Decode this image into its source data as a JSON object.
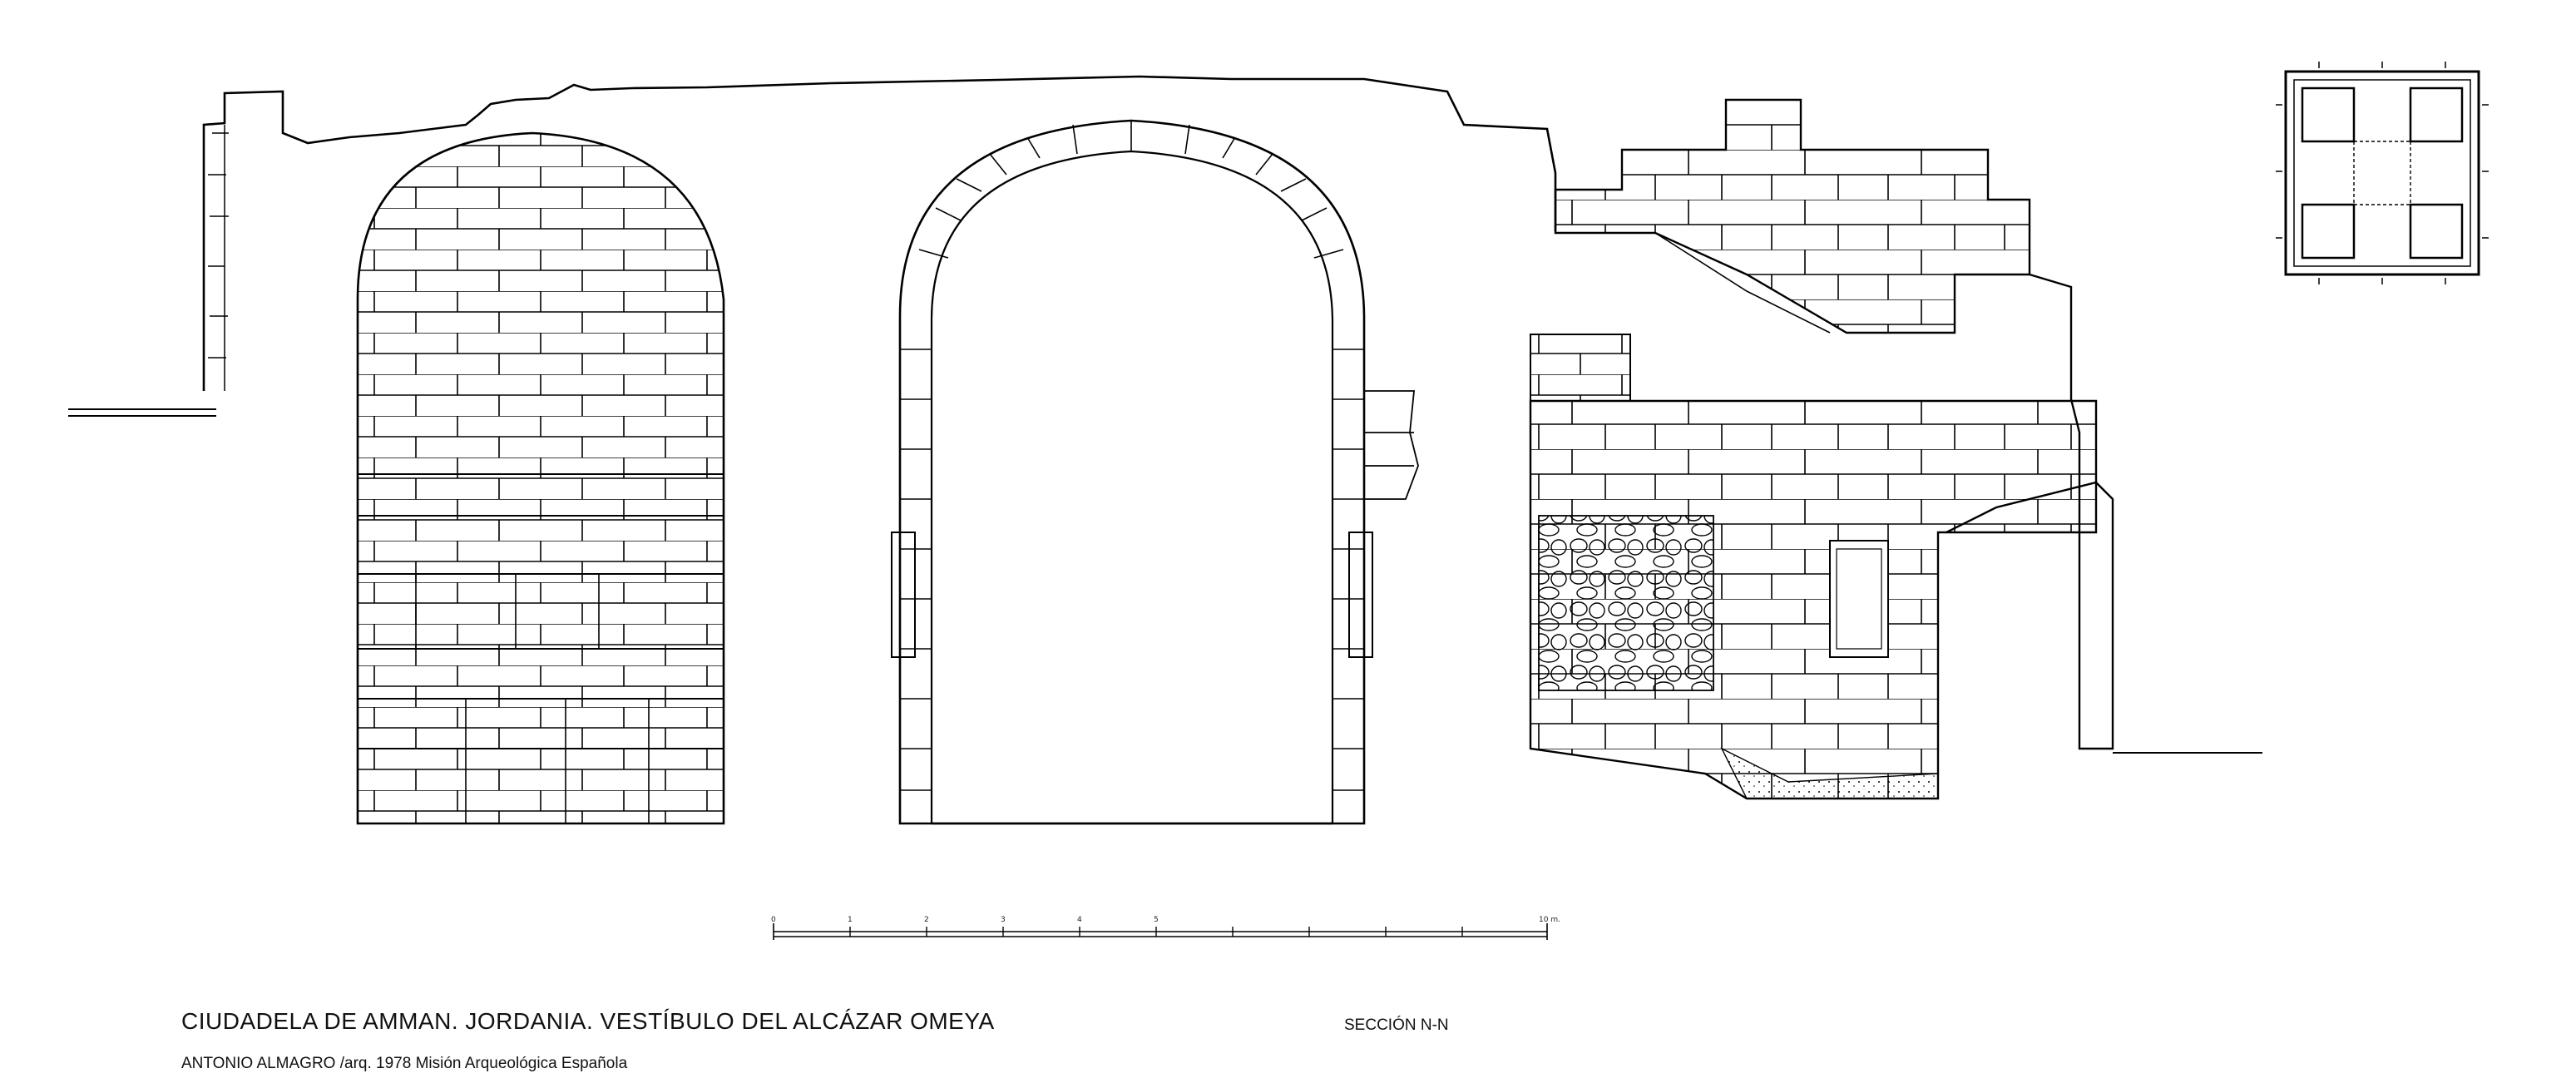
{
  "title": "CIUDADELA DE AMMAN. JORDANIA. VESTÍBULO DEL ALCÁZAR OMEYA",
  "credit": "ANTONIO ALMAGRO /arq.  1978   Misión Arqueológica Española",
  "section": "SECCIÓN  N-N",
  "scale_bar": {
    "ticks": [
      "0",
      "1",
      "2",
      "3",
      "4",
      "5",
      "10 m."
    ]
  },
  "colors": {
    "ink": "#000000",
    "paper": "#ffffff"
  }
}
